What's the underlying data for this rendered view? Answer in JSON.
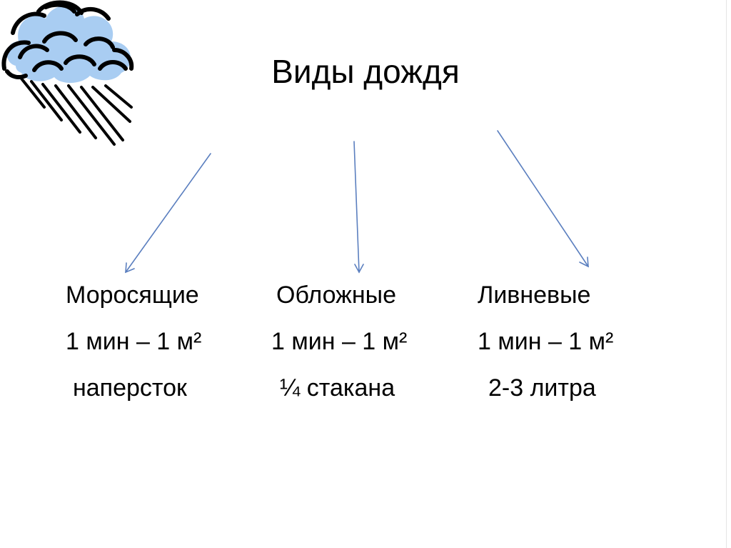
{
  "title": "Виды дождя",
  "icons": {
    "clipart": "rain-cloud-icon",
    "arrows": "arrow-icon"
  },
  "colors": {
    "cloud_fill": "#a9cdf2",
    "cloud_outline": "#000000",
    "arrow": "#5b7fbf"
  },
  "columns": [
    {
      "name": "Моросящие",
      "rate": "1 мин – 1 м²",
      "amount": "наперсток"
    },
    {
      "name": "Обложные",
      "rate": "1 мин – 1 м²",
      "amount": "¼ стакана"
    },
    {
      "name": "Ливневые",
      "rate": "1 мин – 1 м²",
      "amount": "2-3 литра"
    }
  ]
}
